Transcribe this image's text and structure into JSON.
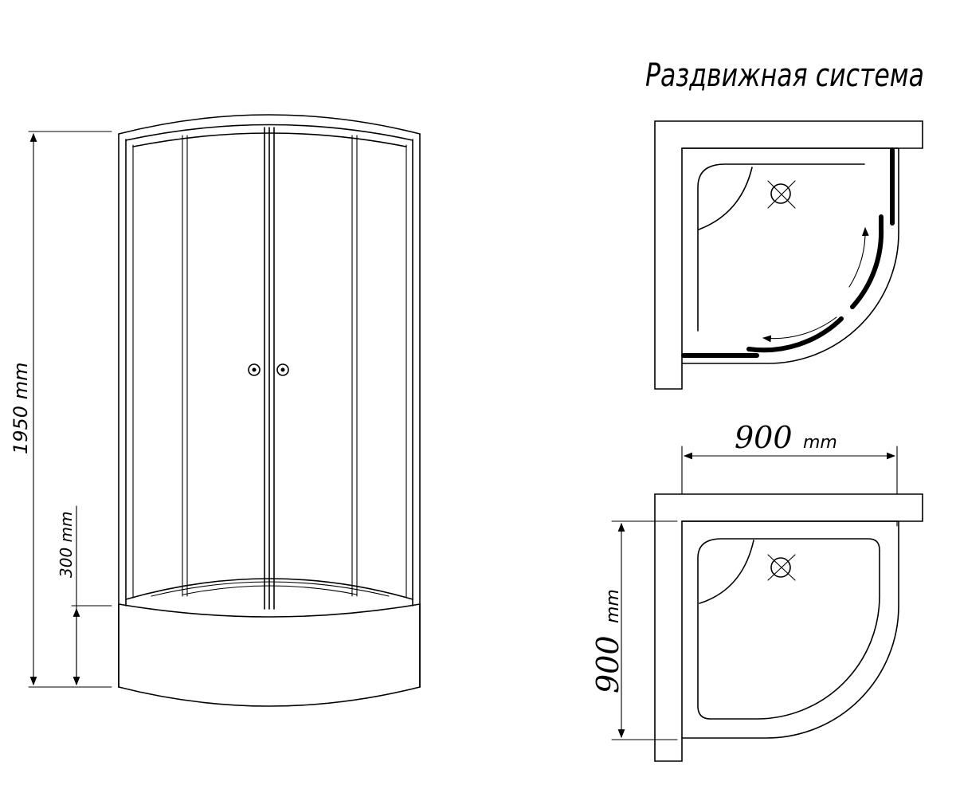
{
  "title": "Раздвижная система",
  "front_view": {
    "total_height_label": "1950 mm",
    "tray_height_label": "300 mm"
  },
  "plan_view": {
    "width_value": "900",
    "width_unit": "mm",
    "depth_value": "900",
    "depth_unit": "mm"
  }
}
